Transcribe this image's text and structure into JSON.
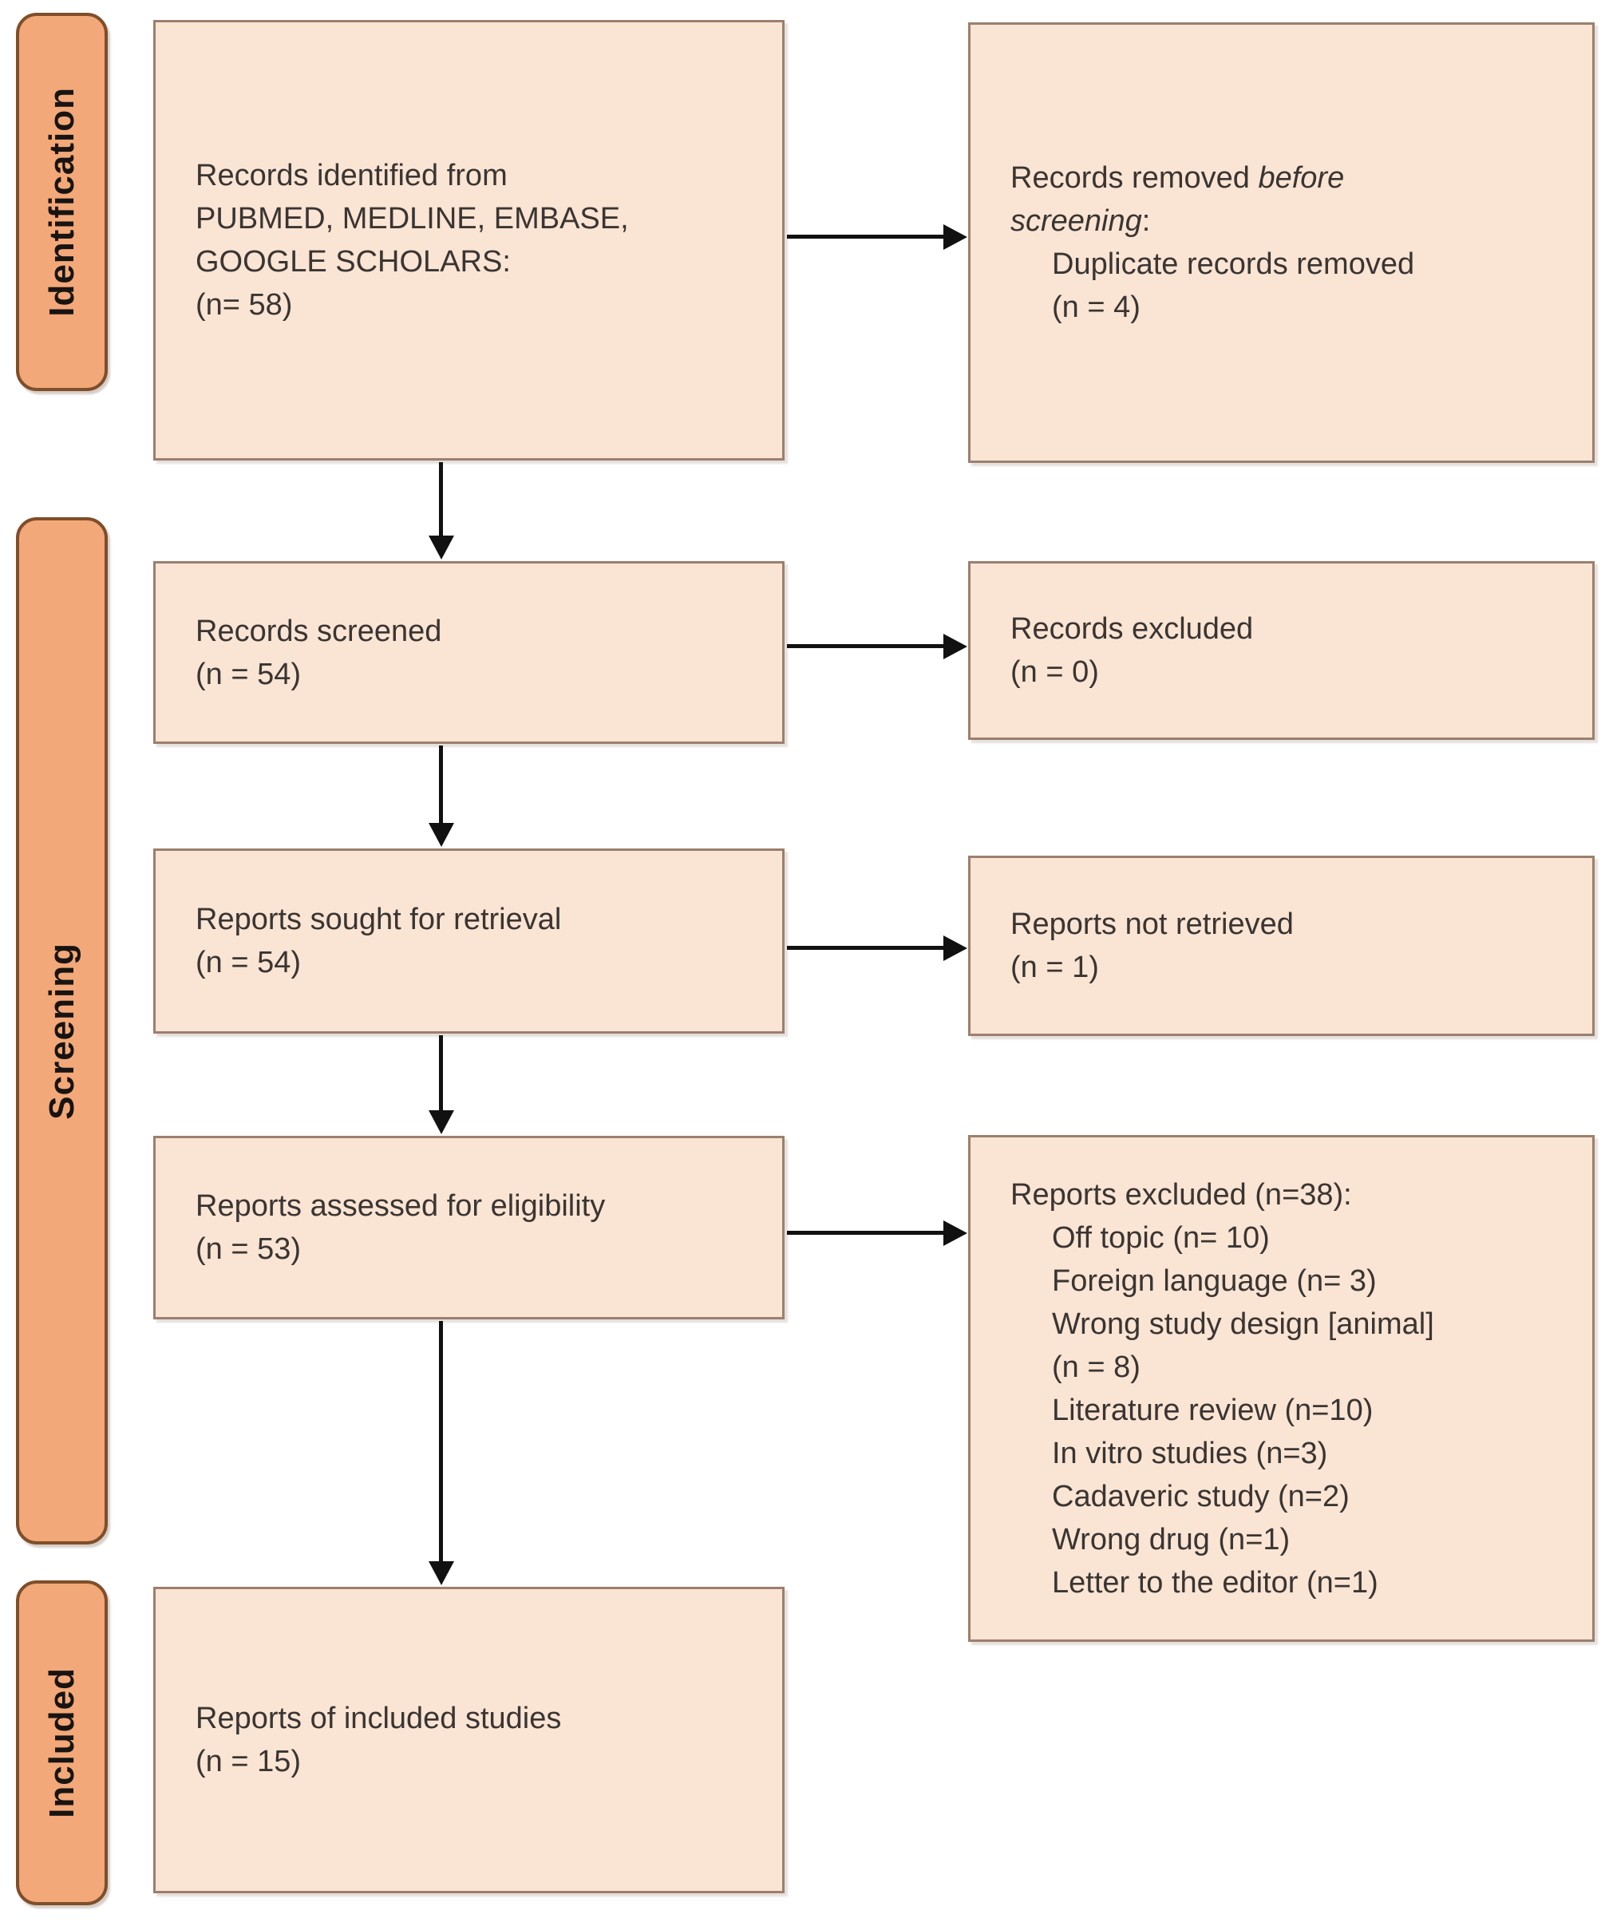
{
  "stages": [
    {
      "label": "Identification"
    },
    {
      "label": "Screening"
    },
    {
      "label": "Included"
    }
  ],
  "flow": {
    "identified": {
      "lines": [
        "Records identified from",
        "PUBMED, MEDLINE, EMBASE,",
        "GOOGLE SCHOLARS:",
        "(n= 58)"
      ]
    },
    "screened": {
      "lines": [
        "Records screened",
        "(n = 54)"
      ]
    },
    "sought": {
      "lines": [
        "Reports sought for retrieval",
        "(n = 54)"
      ]
    },
    "assessed": {
      "lines": [
        "Reports assessed for eligibility",
        "(n = 53)"
      ]
    },
    "included": {
      "lines": [
        "Reports of included studies",
        "(n = 15)"
      ]
    }
  },
  "exclusions": {
    "removed_before_screening": {
      "line1_normal": "Records removed",
      "line1_italic": "before",
      "line2_italic": "screening",
      "line2_suffix": ":",
      "details": [
        "Duplicate records removed",
        "(n = 4)"
      ]
    },
    "records_excluded": {
      "lines": [
        "Records excluded",
        "(n = 0)"
      ]
    },
    "not_retrieved": {
      "lines": [
        "Reports not retrieved",
        "(n = 1)"
      ]
    },
    "reports_excluded": {
      "heading": "Reports excluded (n=38):",
      "reasons": [
        "Off topic (n= 10)",
        "Foreign language (n= 3)",
        "Wrong study design [animal]",
        "(n = 8)",
        "Literature review (n=10)",
        "In vitro studies (n=3)",
        "Cadaveric study (n=2)",
        "Wrong drug (n=1)",
        "Letter to the editor (n=1)"
      ]
    }
  },
  "colors": {
    "box_fill": "#fae4d4",
    "box_border": "#9c7f6e",
    "stage_fill": "#f2a878",
    "stage_border": "#7f4e2a",
    "arrow": "#111111",
    "text": "#3a3532"
  }
}
